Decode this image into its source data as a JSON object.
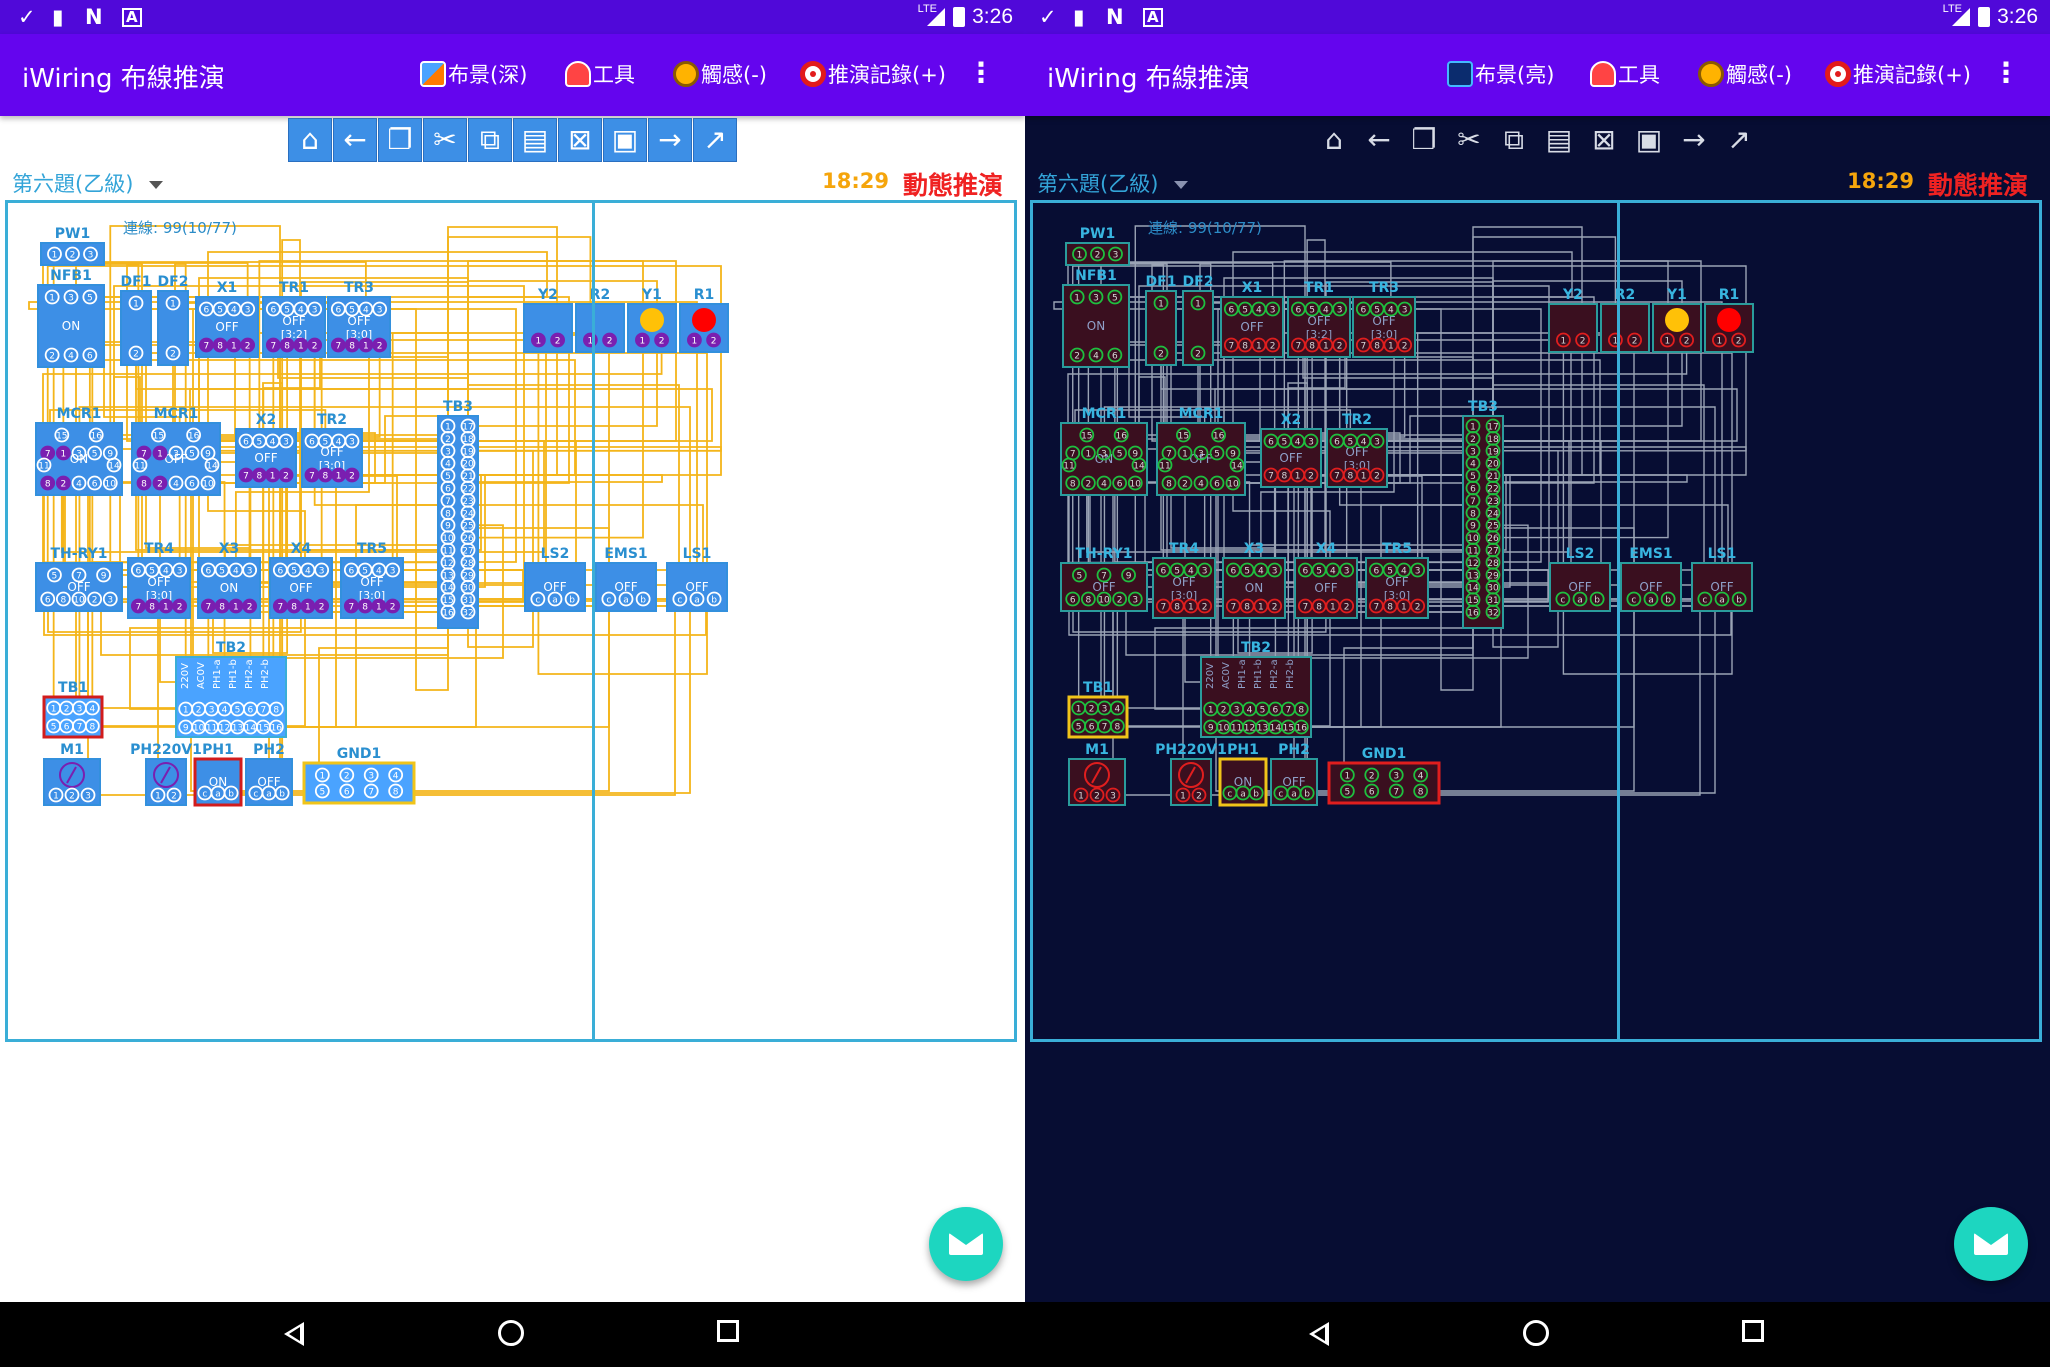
{
  "status_bar": {
    "lte": "LTE",
    "time": "3:26"
  },
  "app": {
    "title": "iWiring 布線推演"
  },
  "panes": [
    {
      "id": "left",
      "actions": [
        {
          "label": "布景(深)",
          "icon": "layout-dark-icon"
        },
        {
          "label": "工具",
          "icon": "tool-icon"
        },
        {
          "label": "觸感(-)",
          "icon": "touch-icon"
        },
        {
          "label": "推演記錄(+)",
          "icon": "record-icon"
        }
      ]
    },
    {
      "id": "right",
      "actions": [
        {
          "label": "布景(亮)",
          "icon": "layout-light-icon"
        },
        {
          "label": "工具",
          "icon": "tool-icon"
        },
        {
          "label": "觸感(-)",
          "icon": "touch-icon"
        },
        {
          "label": "推演記錄(+)",
          "icon": "record-icon"
        }
      ]
    }
  ],
  "toolbar": [
    {
      "name": "home-icon",
      "glyph": "⌂"
    },
    {
      "name": "back-arrow-icon",
      "glyph": "←"
    },
    {
      "name": "copy-icon",
      "glyph": "❐"
    },
    {
      "name": "cut-icon",
      "glyph": "✂"
    },
    {
      "name": "duplicate-icon",
      "glyph": "⧉"
    },
    {
      "name": "paste-icon",
      "glyph": "▤"
    },
    {
      "name": "delete-page-icon",
      "glyph": "⊠"
    },
    {
      "name": "save-icon",
      "glyph": "▣"
    },
    {
      "name": "forward-arrow-icon",
      "glyph": "→"
    },
    {
      "name": "expand-icon",
      "glyph": "↗"
    }
  ],
  "problem": {
    "title": "第六題(乙級)"
  },
  "timer": "18:29",
  "mode": "動態推演",
  "wiring": {
    "count_label": "連線: 99(10/77)"
  },
  "components": [
    {
      "name": "PW1",
      "label": "PW1"
    },
    {
      "name": "NFB1",
      "label": "NFB1",
      "state": "ON"
    },
    {
      "name": "DF1",
      "label": "DF1"
    },
    {
      "name": "DF2",
      "label": "DF2"
    },
    {
      "name": "X1",
      "label": "X1",
      "state": "OFF"
    },
    {
      "name": "TR1",
      "label": "TR1",
      "state": "OFF",
      "setting": "3:2"
    },
    {
      "name": "TR3",
      "label": "TR3",
      "state": "OFF",
      "setting": "3:0"
    },
    {
      "name": "Y2",
      "label": "Y2"
    },
    {
      "name": "R2",
      "label": "R2"
    },
    {
      "name": "Y1",
      "label": "Y1"
    },
    {
      "name": "R1",
      "label": "R1"
    },
    {
      "name": "MCR1",
      "label": "MCR1",
      "state": "ON"
    },
    {
      "name": "MCR1b",
      "label": "MCR1",
      "state": "OFF"
    },
    {
      "name": "X2",
      "label": "X2",
      "state": "OFF"
    },
    {
      "name": "TR2",
      "label": "TR2",
      "state": "OFF",
      "setting": "3:0"
    },
    {
      "name": "TB3",
      "label": "TB3"
    },
    {
      "name": "TH-RY1",
      "label": "TH-RY1",
      "state": "OFF"
    },
    {
      "name": "TR4",
      "label": "TR4",
      "state": "OFF",
      "setting": "3:0"
    },
    {
      "name": "X3",
      "label": "X3",
      "state": "ON"
    },
    {
      "name": "X4",
      "label": "X4",
      "state": "OFF"
    },
    {
      "name": "TR5",
      "label": "TR5",
      "state": "OFF",
      "setting": "3:0"
    },
    {
      "name": "LS2",
      "label": "LS2",
      "state": "OFF"
    },
    {
      "name": "EMS1",
      "label": "EMS1",
      "state": "OFF"
    },
    {
      "name": "LS1",
      "label": "LS1",
      "state": "OFF"
    },
    {
      "name": "TB2",
      "label": "TB2",
      "columns": [
        "220V",
        "AC0V",
        "PH1-a",
        "PH1-b",
        "PH2-a",
        "PH2-b"
      ]
    },
    {
      "name": "TB1",
      "label": "TB1"
    },
    {
      "name": "M1",
      "label": "M1"
    },
    {
      "name": "PH220V1",
      "label": "PH220V1"
    },
    {
      "name": "PH1",
      "label": "PH1",
      "state": "ON"
    },
    {
      "name": "PH2",
      "label": "PH2",
      "state": "OFF"
    },
    {
      "name": "GND1",
      "label": "GND1"
    }
  ],
  "colors": {
    "status_bar": "#5009d9",
    "app_bar": "#6405ee",
    "board_border": "#3aaed7",
    "light_component": "#3d8fe6",
    "light_wire": "#f4b51a",
    "dark_background": "#070d33",
    "dark_component": "#3a0f1f",
    "dark_wire": "#9aa3b5",
    "timer": "#f5a50c",
    "mode": "#ef2222",
    "fab": "#1dd6c0"
  }
}
